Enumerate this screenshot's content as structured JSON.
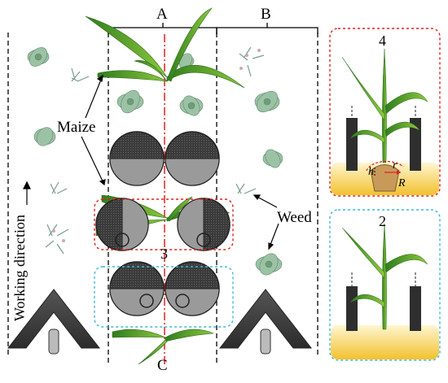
{
  "labels": {
    "column_a": "A",
    "column_b": "B",
    "column_c": "C",
    "maize": "Maize",
    "weed": "Weed",
    "working_direction": "Working direction",
    "panel_3": "3",
    "panel_4": "4",
    "panel_2": "2",
    "symbol_h": "h",
    "symbol_r": "r",
    "symbol_R": "R"
  },
  "colors": {
    "red_dashed": "#e02020",
    "cyan_dashed": "#3cb8d8",
    "soil_yellow": "#f2c12e",
    "leaf_green": "#4a9a2a",
    "weed_green": "#8fb89a",
    "disc_gray": "#8a8a8a",
    "blade_dark": "#4a4a4a"
  }
}
